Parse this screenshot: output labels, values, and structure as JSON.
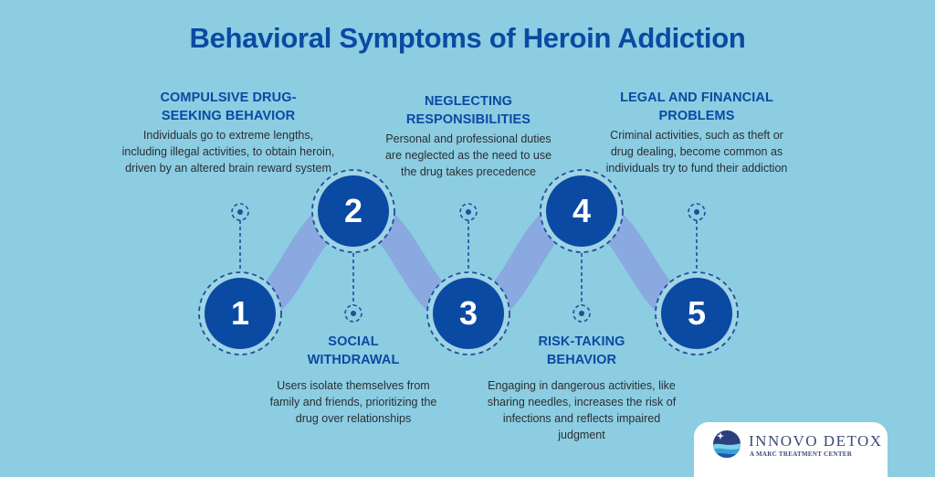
{
  "title": "Behavioral Symptoms of Heroin Addiction",
  "colors": {
    "background": "#8ccde2",
    "circle_fill": "#0a4aa3",
    "band": "#8aa9e0",
    "heading": "#0a4aa3",
    "body_text": "#2a2e33"
  },
  "steps": [
    {
      "number": "1",
      "heading_lines": [
        "COMPULSIVE DRUG-",
        "SEEKING BEHAVIOR"
      ],
      "description_lines": [
        "Individuals go to extreme lengths,",
        "including illegal activities, to obtain heroin,",
        "driven by an altered brain reward system"
      ]
    },
    {
      "number": "2",
      "heading_lines": [
        "SOCIAL",
        "WITHDRAWAL"
      ],
      "description_lines": [
        "Users isolate themselves from",
        "family and friends, prioritizing the",
        "drug over relationships"
      ]
    },
    {
      "number": "3",
      "heading_lines": [
        "NEGLECTING",
        "RESPONSIBILITIES"
      ],
      "description_lines": [
        "Personal and professional duties",
        "are neglected as the need to use",
        "the drug takes precedence"
      ]
    },
    {
      "number": "4",
      "heading_lines": [
        "RISK-TAKING",
        "BEHAVIOR"
      ],
      "description_lines": [
        "Engaging in dangerous activities, like",
        "sharing needles, increases the risk of",
        "infections and reflects impaired",
        "judgment"
      ]
    },
    {
      "number": "5",
      "heading_lines": [
        "LEGAL AND FINANCIAL",
        "PROBLEMS"
      ],
      "description_lines": [
        "Criminal activities, such as theft or",
        "drug dealing, become common as",
        "individuals try to fund their addiction"
      ]
    }
  ],
  "logo": {
    "name": "INNOVO DETOX",
    "tagline": "A MARC TREATMENT CENTER",
    "icon": "wave-moon-logo-icon"
  }
}
